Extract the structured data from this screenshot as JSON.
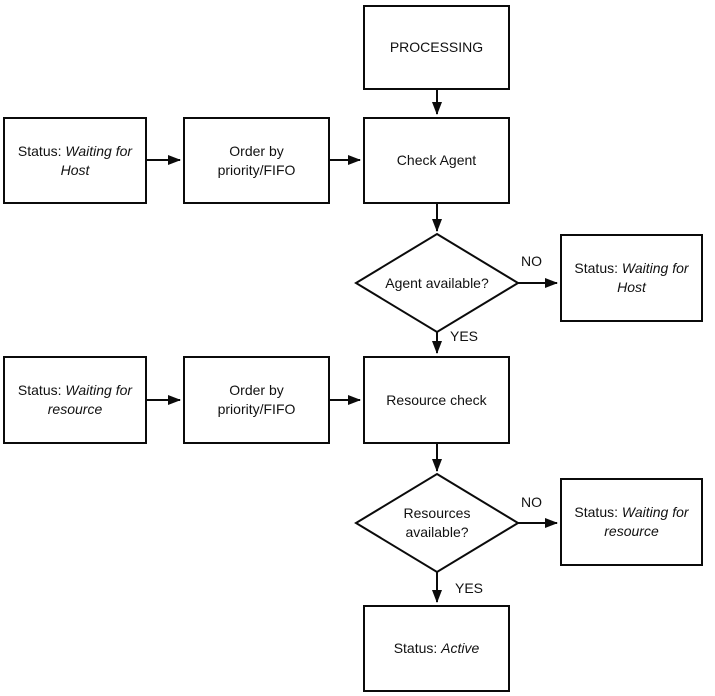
{
  "colors": {
    "background": "#ffffff",
    "stroke": "#0b0b0b",
    "text": "#111111"
  },
  "nodes": {
    "processing": {
      "label": "PROCESSING"
    },
    "wait_host_left": {
      "l1_regular": "Status: ",
      "l1_italic": "Waiting for",
      "l2_italic": "Host"
    },
    "order1": {
      "line1": "Order by",
      "line2": "priority/FIFO"
    },
    "check_agent": {
      "label": "Check Agent"
    },
    "agent_available": {
      "label": "Agent available?"
    },
    "wait_host_right": {
      "l1_regular": "Status: ",
      "l1_italic": "Waiting for",
      "l2_italic": "Host"
    },
    "wait_resource_left": {
      "l1_regular": "Status: ",
      "l1_italic": "Waiting for",
      "l2_italic": "resource"
    },
    "order2": {
      "line1": "Order by",
      "line2": "priority/FIFO"
    },
    "resource_check": {
      "label": "Resource check"
    },
    "resources_available": {
      "line1": "Resources",
      "line2": "available?"
    },
    "wait_resource_right": {
      "l1_regular": "Status: ",
      "l1_italic": "Waiting for",
      "l2_italic": "resource"
    },
    "status_active": {
      "prefix": "Status: ",
      "italic": "Active"
    }
  },
  "edge_labels": {
    "agent_no": "NO",
    "agent_yes": "YES",
    "resources_no": "NO",
    "resources_yes": "YES"
  }
}
